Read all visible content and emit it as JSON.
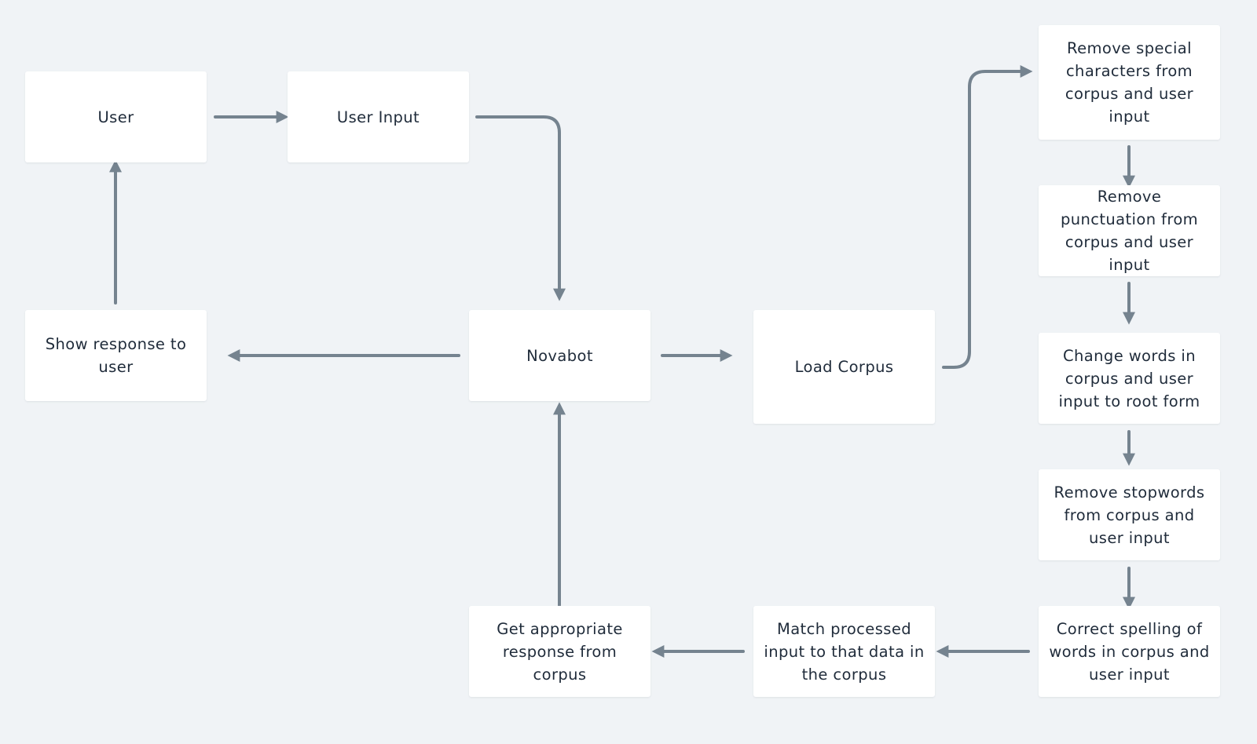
{
  "colors": {
    "background": "#f0f3f6",
    "box": "#ffffff",
    "text": "#1f2b3a",
    "connector": "#75838f"
  },
  "nodes": {
    "user": "User",
    "user_input": "User Input",
    "show_response": "Show response to user",
    "novabot": "Novabot",
    "load_corpus": "Load Corpus",
    "remove_special": "Remove special characters from corpus and user input",
    "remove_punctuation": "Remove punctuation from corpus and user input",
    "change_words": "Change words in corpus and user input to root form",
    "remove_stopwords": "Remove stopwords from corpus and user input",
    "correct_spelling": "Correct spelling of words in corpus and user input",
    "match_processed": "Match processed input to that data in the corpus",
    "get_response": "Get appropriate response from corpus"
  },
  "edges": [
    {
      "from": "user",
      "to": "user_input"
    },
    {
      "from": "user_input",
      "to": "novabot"
    },
    {
      "from": "novabot",
      "to": "show_response"
    },
    {
      "from": "show_response",
      "to": "user"
    },
    {
      "from": "novabot",
      "to": "load_corpus"
    },
    {
      "from": "load_corpus",
      "to": "remove_special"
    },
    {
      "from": "remove_special",
      "to": "remove_punctuation"
    },
    {
      "from": "remove_punctuation",
      "to": "change_words"
    },
    {
      "from": "change_words",
      "to": "remove_stopwords"
    },
    {
      "from": "remove_stopwords",
      "to": "correct_spelling"
    },
    {
      "from": "correct_spelling",
      "to": "match_processed"
    },
    {
      "from": "match_processed",
      "to": "get_response"
    },
    {
      "from": "get_response",
      "to": "novabot"
    }
  ]
}
